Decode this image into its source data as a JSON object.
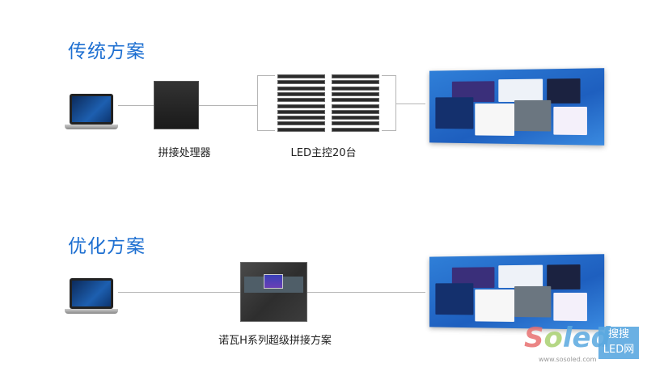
{
  "traditional": {
    "title": "传统方案",
    "processor_label": "拼接处理器",
    "controller_label": "LED主控20台",
    "controller_count": 20
  },
  "optimized": {
    "title": "优化方案",
    "solution_label": "诺瓦H系列超级拼接方案"
  },
  "watermark": {
    "brand": "Soled",
    "site": "www.sosoled.com",
    "badge_top": "搜搜",
    "badge_bottom": "LED网"
  },
  "colors": {
    "title": "#1d6fd1",
    "line": "#b5b5b5",
    "wall": "#1e5fbf"
  }
}
